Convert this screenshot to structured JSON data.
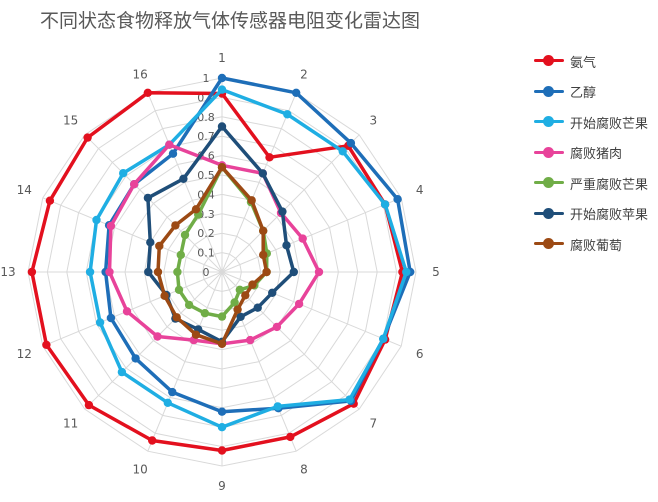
{
  "chart_data": {
    "type": "radar",
    "title": "不同状态食物释放气体传感器电阻变化雷达图",
    "categories": [
      "1",
      "2",
      "3",
      "4",
      "5",
      "6",
      "7",
      "8",
      "9",
      "10",
      "11",
      "12",
      "13",
      "14",
      "15",
      "16"
    ],
    "radial_ticks": [
      "0",
      "0.1",
      "0.2",
      "0.3",
      "0.4",
      "0.5",
      "0.6",
      "0.7",
      "0.8",
      "0.9",
      "1"
    ],
    "rlim": [
      0,
      1
    ],
    "legend_position": "right",
    "series": [
      {
        "name": "氨气",
        "color": "#E3101E",
        "values": [
          0.92,
          0.64,
          0.92,
          0.91,
          0.93,
          0.91,
          0.96,
          0.92,
          0.92,
          0.94,
          0.97,
          0.98,
          0.98,
          0.96,
          0.98,
          1.0
        ]
      },
      {
        "name": "乙醇",
        "color": "#1E6EB8",
        "values": [
          1.0,
          1.0,
          0.94,
          0.98,
          0.97,
          0.9,
          0.94,
          0.76,
          0.72,
          0.67,
          0.63,
          0.62,
          0.6,
          0.63,
          0.64,
          0.66
        ]
      },
      {
        "name": "开始腐败芒果",
        "color": "#1FAEE3",
        "values": [
          0.94,
          0.88,
          0.88,
          0.91,
          0.95,
          0.9,
          0.93,
          0.75,
          0.8,
          0.73,
          0.73,
          0.68,
          0.68,
          0.7,
          0.72,
          0.71
        ]
      },
      {
        "name": "腐败猪肉",
        "color": "#E8439A",
        "values": [
          0.55,
          0.55,
          0.43,
          0.45,
          0.5,
          0.43,
          0.4,
          0.38,
          0.37,
          0.38,
          0.47,
          0.53,
          0.58,
          0.62,
          0.64,
          0.71
        ]
      },
      {
        "name": "严重腐败芒果",
        "color": "#70AD47",
        "values": [
          0.54,
          0.39,
          0.3,
          0.25,
          0.23,
          0.18,
          0.13,
          0.17,
          0.23,
          0.23,
          0.24,
          0.24,
          0.23,
          0.23,
          0.27,
          0.32
        ]
      },
      {
        "name": "开始腐败苹果",
        "color": "#1F4E79",
        "values": [
          0.75,
          0.55,
          0.44,
          0.36,
          0.37,
          0.28,
          0.26,
          0.25,
          0.36,
          0.32,
          0.34,
          0.31,
          0.38,
          0.4,
          0.54,
          0.52
        ]
      },
      {
        "name": "腐败葡萄",
        "color": "#9C4A14",
        "values": [
          0.54,
          0.4,
          0.3,
          0.23,
          0.23,
          0.17,
          0.17,
          0.21,
          0.37,
          0.35,
          0.33,
          0.32,
          0.33,
          0.35,
          0.34,
          0.35
        ]
      }
    ]
  }
}
